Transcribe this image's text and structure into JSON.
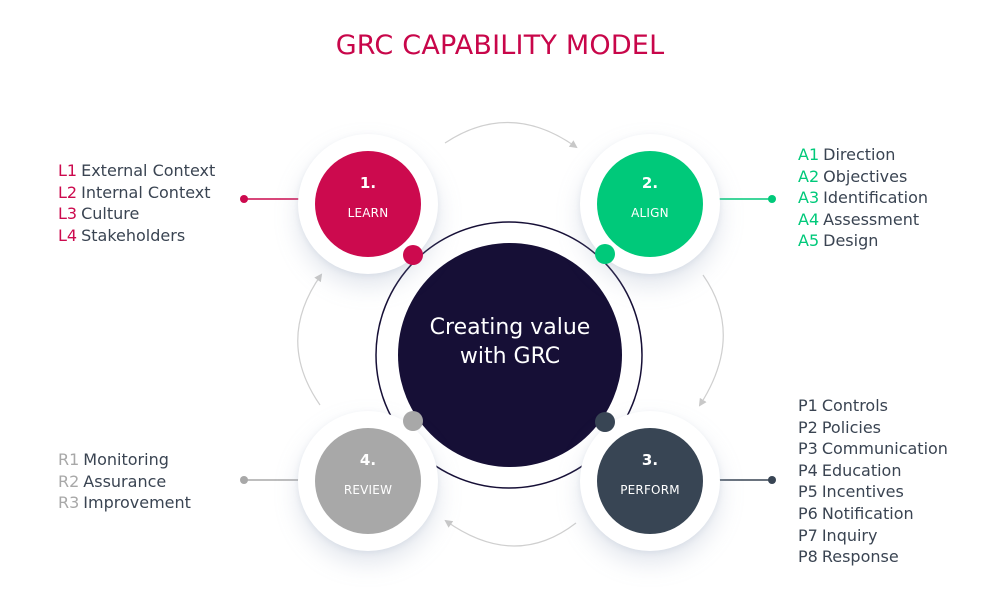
{
  "title": "GRC CAPABILITY MODEL",
  "colors": {
    "title": "#c8064a",
    "learn": "#cc0a4e",
    "align": "#00c97a",
    "perform": "#384554",
    "review": "#a8a8a8",
    "hub": "#160f36",
    "text": "#3a4452",
    "arrow": "#c8c8c8"
  },
  "hub": {
    "line1": "Creating value",
    "line2": "with GRC"
  },
  "stages": [
    {
      "key": "learn",
      "number": "1.",
      "label": "LEARN",
      "items": [
        {
          "code": "L1",
          "text": "External Context"
        },
        {
          "code": "L2",
          "text": "Internal Context"
        },
        {
          "code": "L3",
          "text": "Culture"
        },
        {
          "code": "L4",
          "text": "Stakeholders"
        }
      ]
    },
    {
      "key": "align",
      "number": "2.",
      "label": "ALIGN",
      "items": [
        {
          "code": "A1",
          "text": "Direction"
        },
        {
          "code": "A2",
          "text": "Objectives"
        },
        {
          "code": "A3",
          "text": "Identification"
        },
        {
          "code": "A4",
          "text": "Assessment"
        },
        {
          "code": "A5",
          "text": "Design"
        }
      ]
    },
    {
      "key": "perform",
      "number": "3.",
      "label": "PERFORM",
      "items": [
        {
          "code": "P1",
          "text": "Controls"
        },
        {
          "code": "P2",
          "text": "Policies"
        },
        {
          "code": "P3",
          "text": "Communication"
        },
        {
          "code": "P4",
          "text": "Education"
        },
        {
          "code": "P5",
          "text": "Incentives"
        },
        {
          "code": "P6",
          "text": "Notification"
        },
        {
          "code": "P7",
          "text": "Inquiry"
        },
        {
          "code": "P8",
          "text": "Response"
        }
      ]
    },
    {
      "key": "review",
      "number": "4.",
      "label": "REVIEW",
      "items": [
        {
          "code": "R1",
          "text": "Monitoring"
        },
        {
          "code": "R2",
          "text": "Assurance"
        },
        {
          "code": "R3",
          "text": "Improvement"
        }
      ]
    }
  ]
}
